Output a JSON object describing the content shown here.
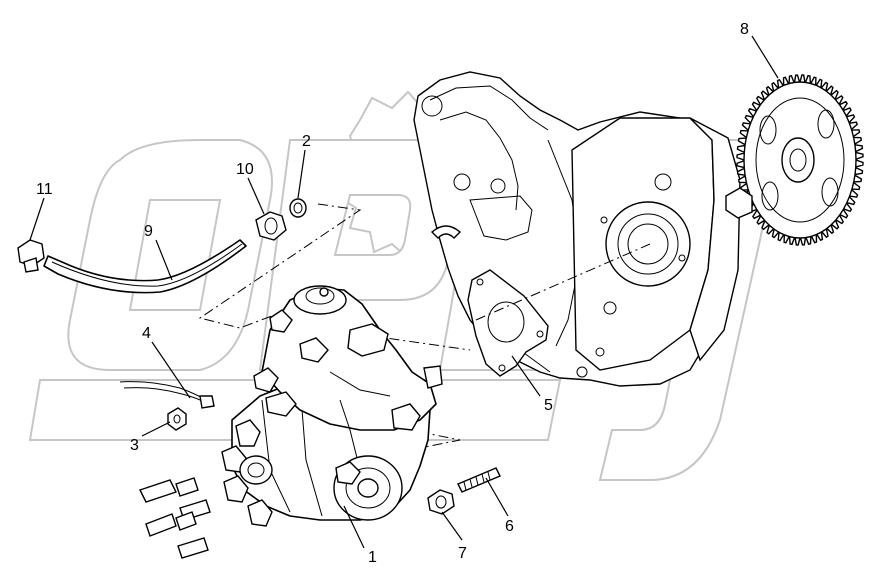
{
  "diagram": {
    "parts": [
      {
        "number": "1"
      },
      {
        "number": "2"
      },
      {
        "number": "3"
      },
      {
        "number": "4"
      },
      {
        "number": "5"
      },
      {
        "number": "6"
      },
      {
        "number": "7"
      },
      {
        "number": "8"
      },
      {
        "number": "9"
      },
      {
        "number": "10"
      },
      {
        "number": "11"
      }
    ],
    "colors": {
      "ink": "#000000",
      "watermark": "#c6c6c6",
      "background": "#ffffff"
    }
  }
}
